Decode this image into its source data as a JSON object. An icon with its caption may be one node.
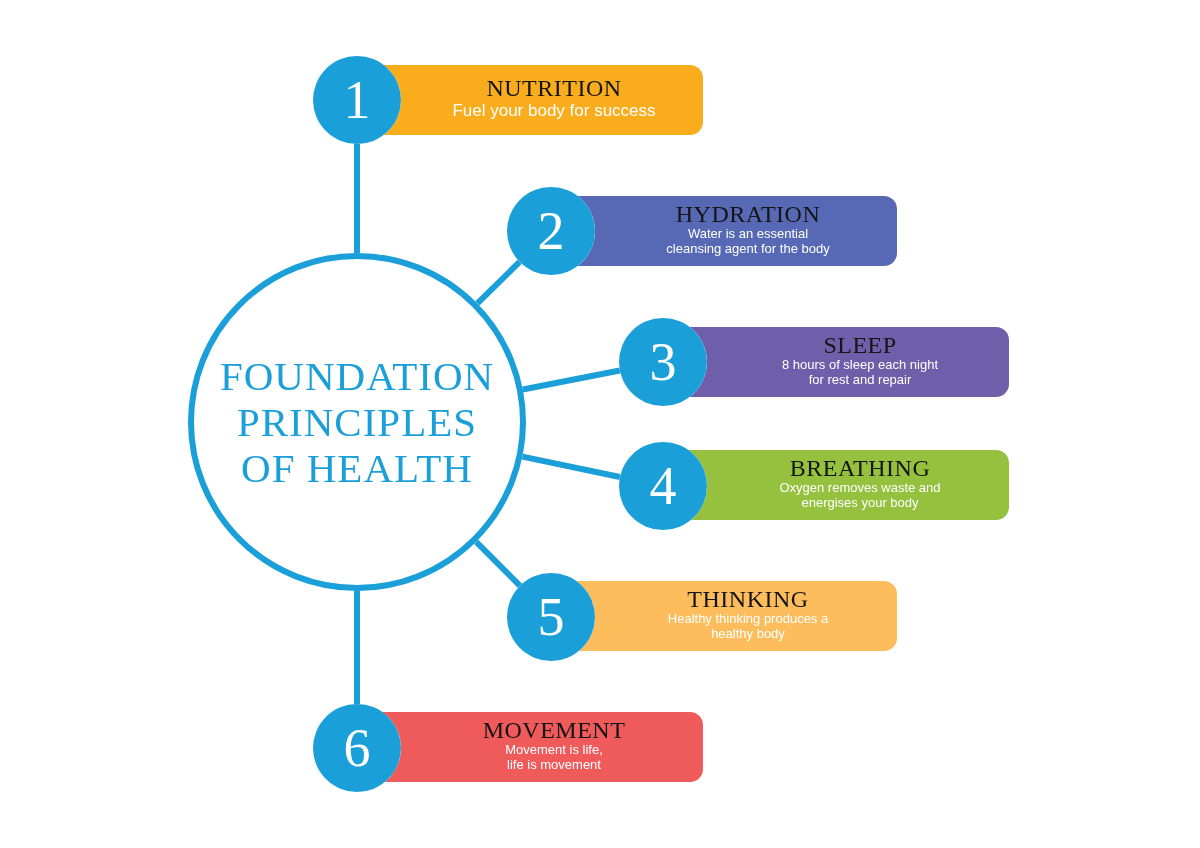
{
  "diagram": {
    "nodes": [
      {
        "text": [
          "FOUNDATION PRINCIPLES OF HEALTH"
        ]
      },
      {
        "text": [
          "1"
        ]
      },
      {
        "text": [
          "NUTRITION",
          "Fuel your body for success"
        ]
      },
      {
        "text": [
          "2"
        ]
      },
      {
        "text": [
          "HYDRATION",
          "Water is an essential cleansing agent for the body"
        ]
      },
      {
        "text": [
          "3"
        ]
      },
      {
        "text": [
          "SLEEP",
          "8 hours of sleep each night for rest and repair"
        ]
      },
      {
        "text": [
          "4"
        ]
      },
      {
        "text": [
          "BREATHING",
          "Oxygen removes waste and energises your body"
        ]
      },
      {
        "text": [
          "5"
        ]
      },
      {
        "text": [
          "THINKING",
          "Healthy thinking produces a healthy body"
        ]
      },
      {
        "text": [
          "6"
        ]
      },
      {
        "text": [
          "MOVEMENT",
          "Movement is life, life is movement"
        ]
      }
    ],
    "edges": [
      {
        "from": 0,
        "to": 1,
        "arrow": "none"
      },
      {
        "from": 0,
        "to": 3,
        "arrow": "none"
      },
      {
        "from": 0,
        "to": 5,
        "arrow": "none"
      },
      {
        "from": 0,
        "to": 7,
        "arrow": "none"
      },
      {
        "from": 0,
        "to": 9,
        "arrow": "none"
      },
      {
        "from": 0,
        "to": 11,
        "arrow": "none"
      }
    ]
  }
}
